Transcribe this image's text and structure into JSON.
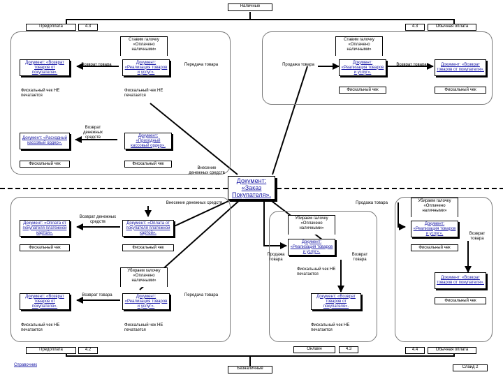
{
  "top": {
    "cash": "Наличные",
    "prepay_top": "Предоплата",
    "tag_43_top_left": "4.3",
    "tag_43_top_right": "4.3",
    "regular_sale_top": "Обычная оплата"
  },
  "upper_left": {
    "mark_paid": "Ставим галочку «Оплачено наличными»",
    "doc_return_prepaid": "Документ: «Возврат товаров от покупателя».",
    "return_goods": "Возврат товара",
    "doc_realization": "Документ: «Реализация товаров и услуг».",
    "sale_goods": "Передача товара",
    "fiscal_not_printed_1": "Фискальный чек НЕ печатается",
    "fiscal_not_printed_2": "Фискальный чек НЕ печатается",
    "return_money": "Возврат денежных средств",
    "doc_rko": "Документ: «Расходный кассовый ордер».",
    "doc_pko": "Документ: «Приходный кассовый ордер».",
    "fiscal_check_1": "Фискальный чек",
    "fiscal_check_2": "Фискальный чек"
  },
  "upper_right": {
    "mark_paid": "Ставим галочку «Оплачено наличными»",
    "sale_goods": "Продажа товара",
    "doc_realization": "Документ: «Реализация товаров и услуг».",
    "return_goods": "Возврат товара",
    "doc_return": "Документ: «Возврат товаров от покупателя».",
    "fiscal_check_1": "Фискальный чек",
    "fiscal_check_2": "Фискальный чек"
  },
  "middle": {
    "money_deposit_upper": "Внесение денежных средств",
    "center_doc": "Документ: «Заказ Покупателя».",
    "money_deposit_lower": "Внесение денежных средств",
    "sale_goods_right": "Продажа товара"
  },
  "lower_left": {
    "doc_card_return": "Документ: «Оплата от покупателя платежной картой».",
    "return_money": "Возврат денежных средств",
    "doc_card_pay": "Документ: «Оплата от покупателя платежной картой».",
    "fiscal_check_1": "Фискальный чек",
    "fiscal_check_2": "Фискальный чек",
    "remove_mark": "Убираем галочку «Оплачено наличными»",
    "doc_return": "Документ: «Возврат товаров от покупателя».",
    "return_goods": "Возврат товара",
    "doc_realization": "Документ: «Реализация товаров и услуг».",
    "sale_goods": "Передача товара",
    "fiscal_not_printed_1": "Фискальный чек НЕ печатается",
    "fiscal_not_printed_2": "Фискальный чек НЕ печатается"
  },
  "lower_mid": {
    "remove_mark": "Убираем галочку «Оплачено наличными»",
    "doc_realization": "Документ: «Реализация товаров и услуг».",
    "sale_goods": "Продажа товара",
    "return_goods": "Возврат товара",
    "fiscal_not_printed": "Фискальный чек НЕ печатается",
    "doc_return": "Документ: «Возврат товаров от покупателя».",
    "fiscal_not_printed_2": "Фискальный чек НЕ печатается"
  },
  "lower_right": {
    "remove_mark": "Убираем галочку «Оплачено наличными»",
    "doc_realization": "Документ: «Реализация товаров и услуг».",
    "return_goods": "Возврат товара",
    "fiscal_check_1": "Фискальный чек",
    "doc_return": "Документ: «Возврат товаров от покупателя».",
    "fiscal_check_2": "Фискальный чек"
  },
  "bottom": {
    "prepay_bottom": "Предоплата",
    "tag_42": "4.2",
    "online": "Онлайн",
    "tag_43_bottom": "4.3",
    "tag_44": "4.4",
    "regular_sale_bottom": "Обычная оплата",
    "cashless": "Безналичные",
    "glossary": "Справочник",
    "slide_no": "Слайд 2"
  }
}
